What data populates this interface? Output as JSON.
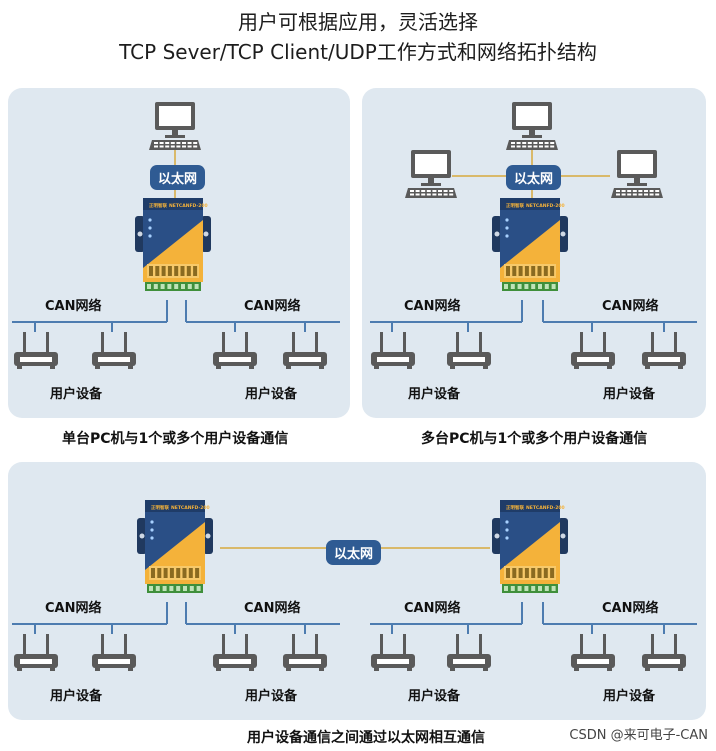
{
  "header": {
    "line1": "用户可根据应用，灵活选择",
    "line2": "TCP Sever/TCP Client/UDP工作方式和网络拓扑结构"
  },
  "labels": {
    "ethernet": "以太网",
    "can_network": "CAN网络",
    "user_device": "用户设备",
    "device_brand": "正明智联",
    "device_model": "NETCANFD-200"
  },
  "captions": {
    "single_pc": "单台PC机与1个或多个用户设备通信",
    "multi_pc": "多台PC机与1个或多个用户设备通信",
    "device_to_device": "用户设备通信之间通过以太网相互通信"
  },
  "watermark": "CSDN @来可电子-CAN",
  "colors": {
    "panel_bg": "#dfe8f0",
    "pill_bg": "#2f5b93",
    "device_blue": "#2a4f86",
    "device_orange": "#f4b23a",
    "bus_line": "#4d7cb0",
    "link_line": "#d9b96a",
    "icon_gray": "#5a5a5a"
  }
}
